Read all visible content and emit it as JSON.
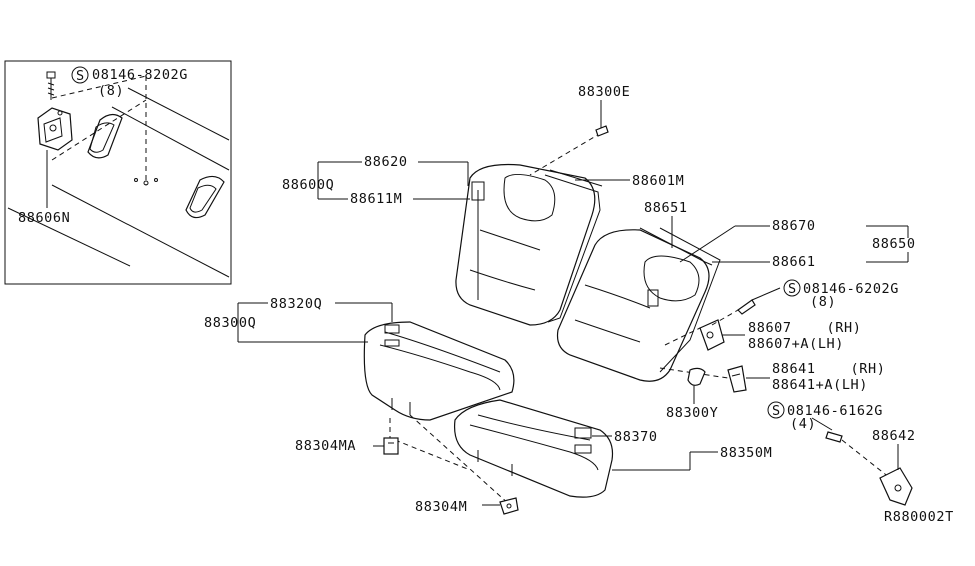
{
  "diagram": {
    "inset": {
      "bolt_label": "08146-8202G",
      "bolt_qty": "(8)",
      "bracket_label": "88606N"
    },
    "labels": {
      "p88300E": "88300E",
      "p88620": "88620",
      "p88600Q": "88600Q",
      "p88611M": "88611M",
      "p88601M": "88601M",
      "p88651": "88651",
      "p88670": "88670",
      "p88650": "88650",
      "p88661": "88661",
      "bolt1": "08146-6202G",
      "bolt1_qty": "(8)",
      "p88607_rh": "88607    (RH)",
      "p88607_lh": "88607+A(LH)",
      "p88641_rh": "88641    (RH)",
      "p88641_lh": "88641+A(LH)",
      "p88300Y": "88300Y",
      "bolt2": "08146-6162G",
      "bolt2_qty": "(4)",
      "p88642": "88642",
      "p88320Q": "88320Q",
      "p88300Q": "88300Q",
      "p88304MA": "88304MA",
      "p88370": "88370",
      "p88350M": "88350M",
      "p88304M": "88304M",
      "ref": "R880002T"
    },
    "symbol": "S"
  }
}
